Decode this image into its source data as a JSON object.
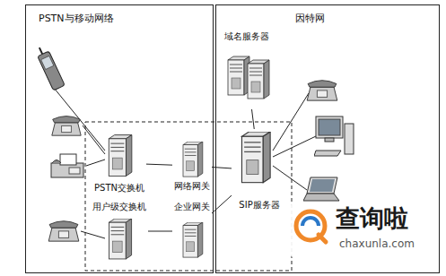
{
  "diagram": {
    "nodes": [
      {
        "text": [
          "PSTN与移动网络"
        ]
      },
      {
        "text": [
          "PSTN交换机"
        ],
        "in": 0
      },
      {
        "text": [
          "网络网关"
        ],
        "in": 0
      },
      {
        "text": [
          "用户级交换机"
        ],
        "in": 0
      },
      {
        "text": [
          "企业网关"
        ],
        "in": 0
      },
      {
        "text": [
          "因特网"
        ]
      },
      {
        "text": [
          "域名服务器"
        ],
        "in": 5
      },
      {
        "text": [
          "SIP服务器"
        ],
        "in": 5
      }
    ],
    "edges": [
      {
        "from": 1,
        "to": 2,
        "arrow": "none"
      },
      {
        "from": 2,
        "to": 7,
        "arrow": "none"
      },
      {
        "from": 3,
        "to": 4,
        "arrow": "none"
      },
      {
        "from": 4,
        "to": 7,
        "arrow": "none"
      },
      {
        "from": 7,
        "to": 6,
        "arrow": "none"
      }
    ],
    "labels": [
      "查询啦",
      "chaxunla.com"
    ]
  }
}
